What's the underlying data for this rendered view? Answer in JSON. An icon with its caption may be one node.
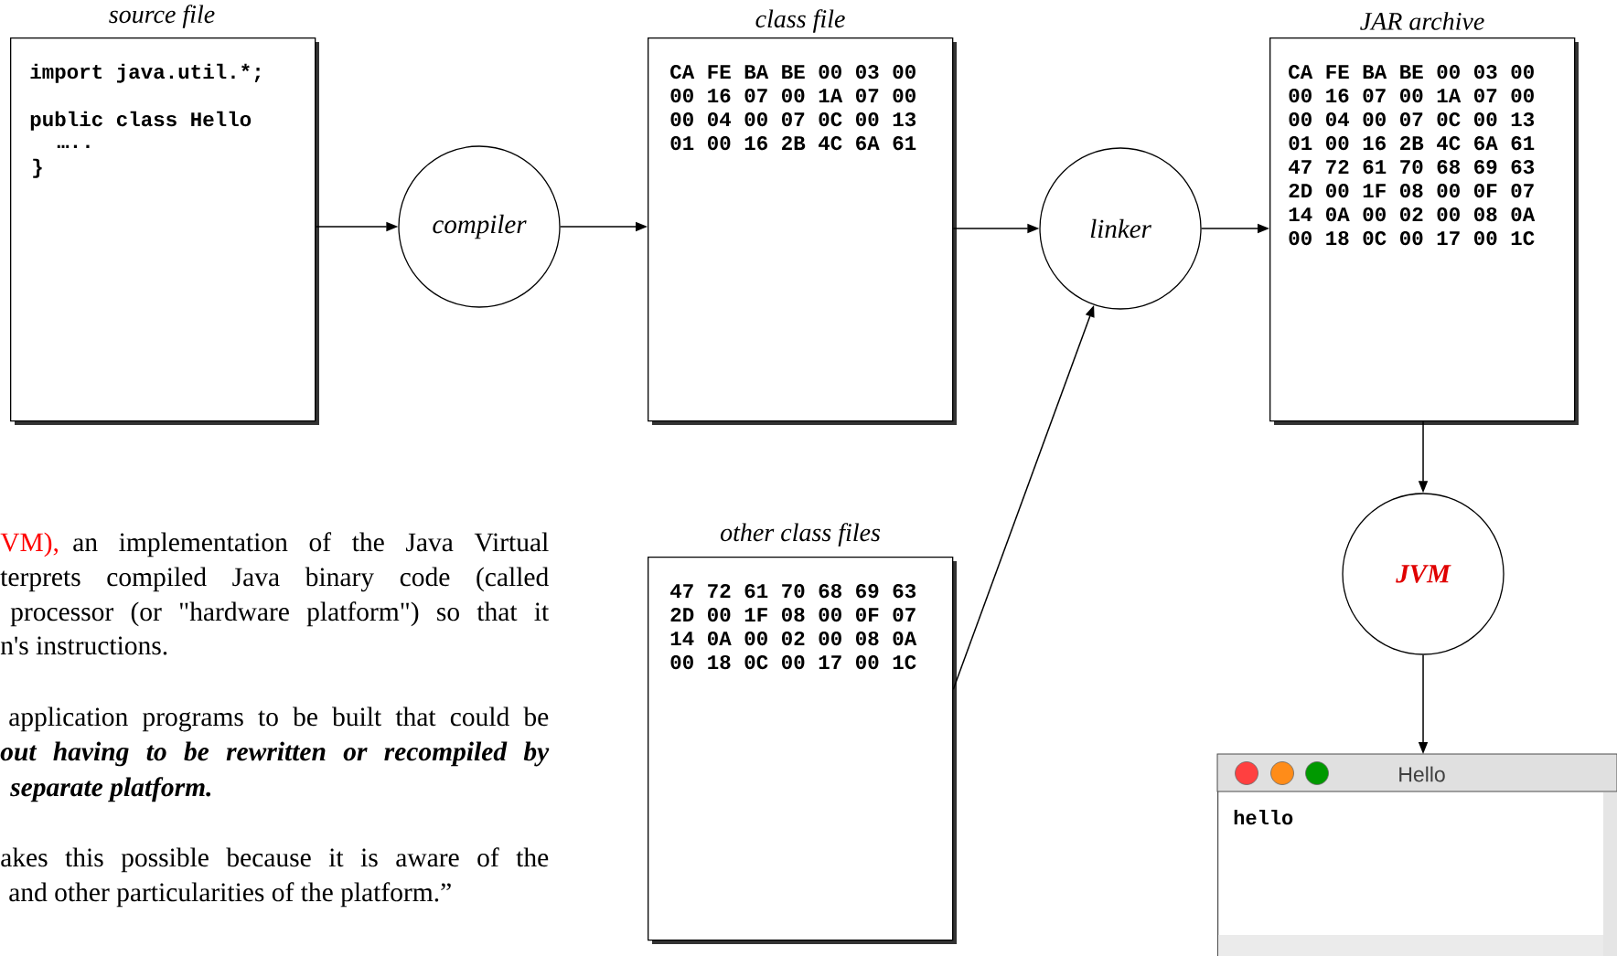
{
  "diagram": {
    "nodes": [
      {
        "text": [
          "source file",
          "import java.util.*;",
          "public class Hello",
          "…..",
          "}"
        ]
      },
      {
        "text": [
          "compiler"
        ]
      },
      {
        "text": [
          "class file",
          "CA FE BA BE 00 03 00",
          "00 16 07 00 1A 07 00",
          "00 04 00 07 0C 00 13",
          "01 00 16 2B 4C 6A 61"
        ]
      },
      {
        "text": [
          "linker"
        ]
      },
      {
        "text": [
          "JAR archive",
          "CA FE BA BE 00 03 00",
          "00 16 07 00 1A 07 00",
          "00 04 00 07 0C 00 13",
          "01 00 16 2B 4C 6A 61",
          "47 72 61 70 68 69 63",
          "2D 00 1F 08 00 0F 07",
          "14 0A 00 02 00 08 0A",
          "00 18 0C 00 17 00 1C"
        ]
      },
      {
        "text": [
          "JVM"
        ]
      },
      {
        "text": [
          "other class files",
          "47 72 61 70 68 69 63",
          "2D 00 1F 08 00 0F 07",
          "14 0A 00 02 00 08 0A",
          "00 18 0C 00 17 00 1C"
        ]
      },
      {
        "text": [
          "Hello",
          "hello"
        ]
      }
    ],
    "edges": [
      {
        "from": 0,
        "to": 1,
        "arrow": "to"
      },
      {
        "from": 1,
        "to": 2,
        "arrow": "to"
      },
      {
        "from": 2,
        "to": 3,
        "arrow": "to"
      },
      {
        "from": 6,
        "to": 3,
        "arrow": "to"
      },
      {
        "from": 3,
        "to": 4,
        "arrow": "to"
      },
      {
        "from": 4,
        "to": 5,
        "arrow": "to"
      },
      {
        "from": 5,
        "to": 7,
        "arrow": "to"
      }
    ],
    "labels": [
      "VM),",
      "an implementation of the Java Virtual",
      "terprets compiled Java binary code (called",
      "processor (or \"hardware platform\") so that it",
      "n's instructions.",
      "application programs to be built that could be",
      "out having to be rewritten or recompiled by",
      "separate platform.",
      "akes this possible because it is aware of the",
      "and other particularities of the platform.”"
    ]
  }
}
